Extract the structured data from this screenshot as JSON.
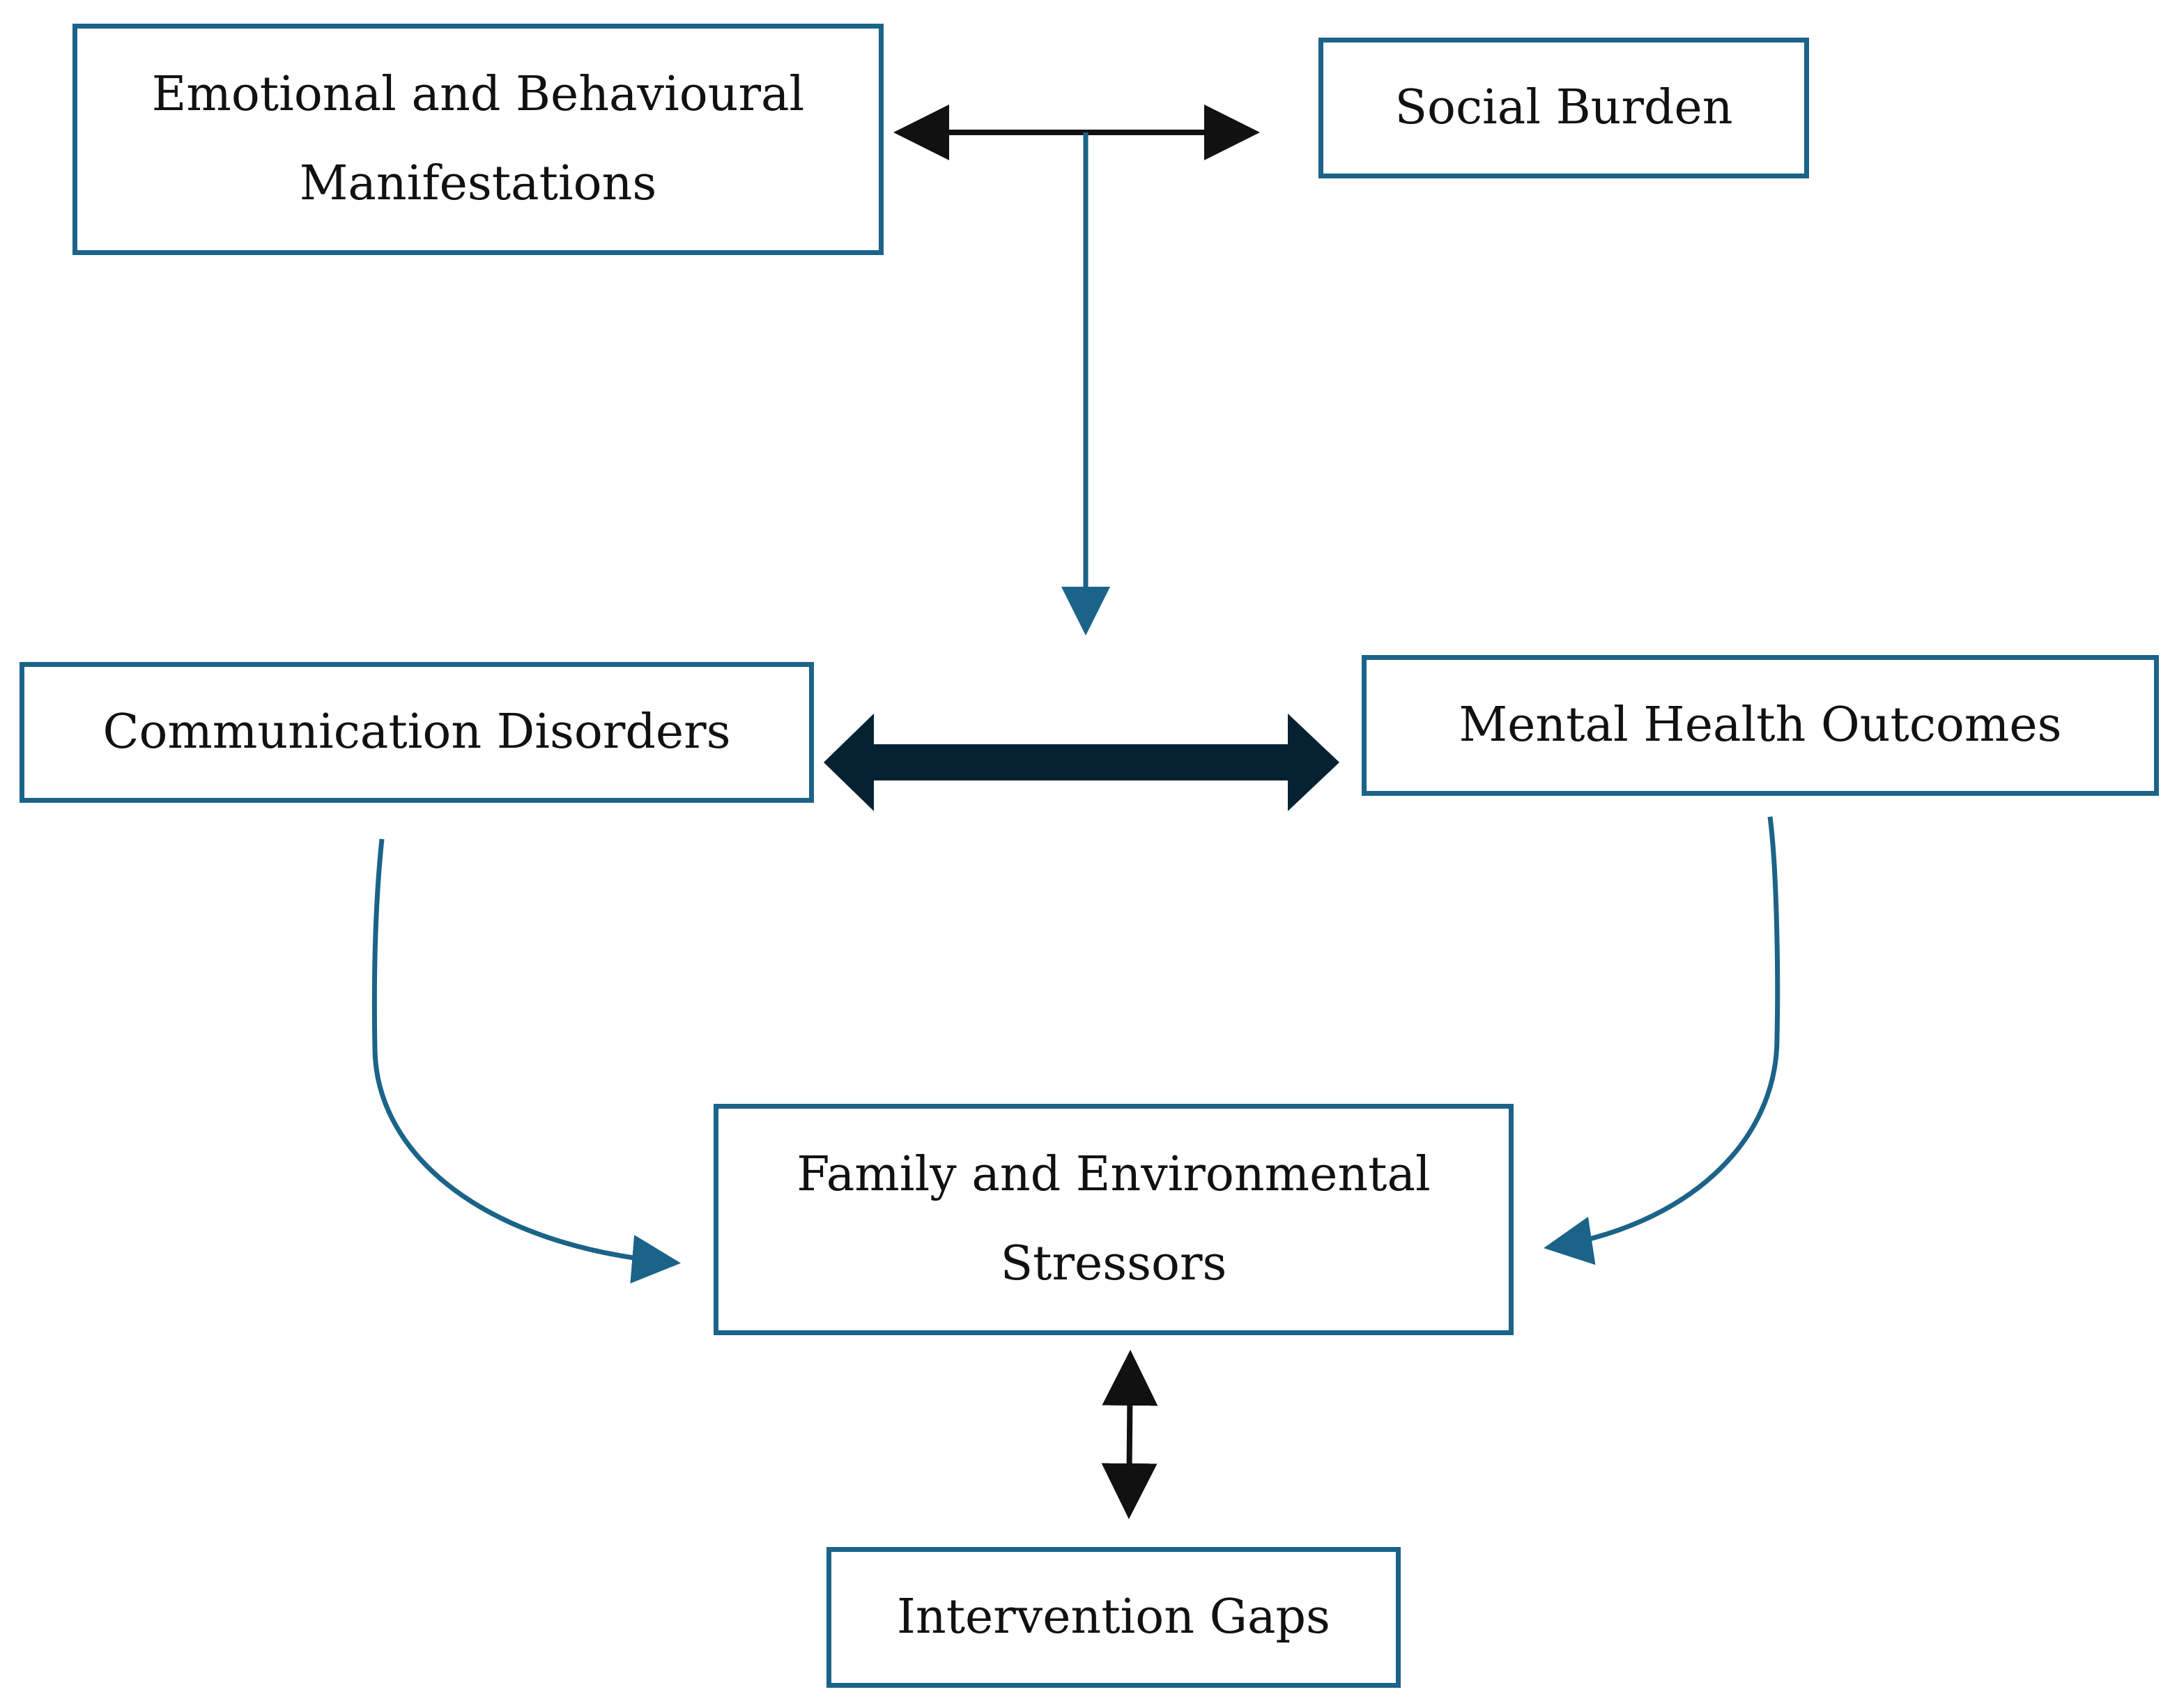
{
  "diagram": {
    "nodes": {
      "emotional": {
        "text": "Emotional and Behavioural\nManifestations"
      },
      "social": {
        "text": "Social Burden"
      },
      "communication": {
        "text": "Communication Disorders"
      },
      "mental": {
        "text": "Mental Health Outcomes"
      },
      "family": {
        "text": "Family and Environmental\nStressors"
      },
      "intervention": {
        "text": "Intervention Gaps"
      }
    },
    "edges": [
      {
        "from": "emotional",
        "to": "social",
        "direction": "both"
      },
      {
        "from": "emotional-social-link",
        "to": "communication-mental-link",
        "direction": "forward"
      },
      {
        "from": "communication",
        "to": "mental",
        "direction": "both"
      },
      {
        "from": "communication",
        "to": "family",
        "direction": "forward"
      },
      {
        "from": "mental",
        "to": "family",
        "direction": "forward"
      },
      {
        "from": "family",
        "to": "intervention",
        "direction": "both"
      }
    ],
    "colors": {
      "box_border": "#1b6388",
      "connector_teal": "#1b6388",
      "connector_black": "#111111",
      "bold_arrow": "#062232",
      "text": "#111111",
      "background": "#ffffff"
    }
  }
}
